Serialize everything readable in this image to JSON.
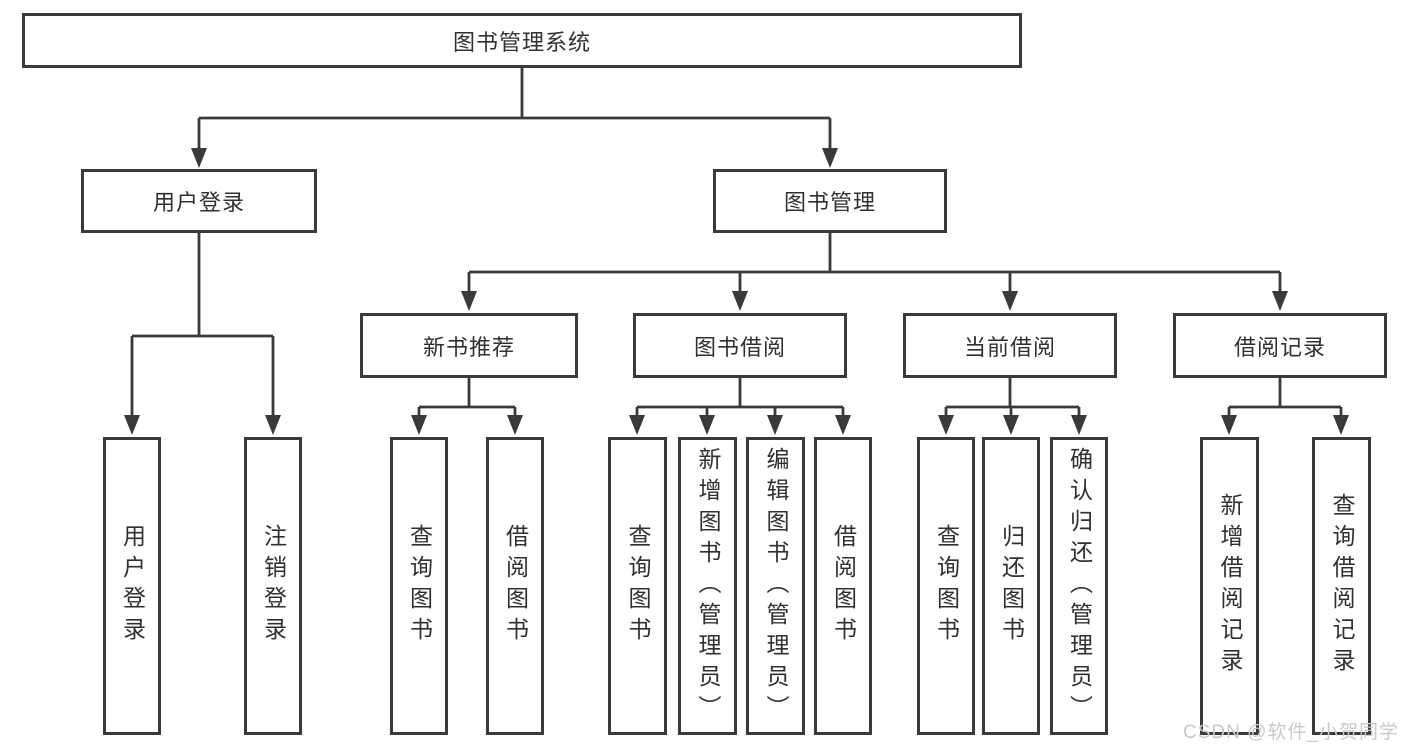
{
  "nodes": {
    "root": {
      "label": "图书管理系统"
    },
    "level2": [
      {
        "id": "user-login",
        "label": "用户登录"
      },
      {
        "id": "book-management",
        "label": "图书管理"
      }
    ],
    "level3": [
      {
        "id": "new-book-recommend",
        "label": "新书推荐",
        "parent": "图书管理"
      },
      {
        "id": "book-borrowing",
        "label": "图书借阅",
        "parent": "图书管理"
      },
      {
        "id": "current-borrowing",
        "label": "当前借阅",
        "parent": "图书管理"
      },
      {
        "id": "borrowing-records",
        "label": "借阅记录",
        "parent": "图书管理"
      }
    ],
    "leaves": [
      {
        "label": "用户登录",
        "parent": "用户登录"
      },
      {
        "label": "注销登录",
        "parent": "用户登录"
      },
      {
        "label": "查询图书",
        "parent": "新书推荐"
      },
      {
        "label": "借阅图书",
        "parent": "新书推荐"
      },
      {
        "label": "查询图书",
        "parent": "图书借阅"
      },
      {
        "label": "新增图书（管理员）",
        "parent": "图书借阅"
      },
      {
        "label": "编辑图书（管理员）",
        "parent": "图书借阅"
      },
      {
        "label": "借阅图书",
        "parent": "图书借阅"
      },
      {
        "label": "查询图书",
        "parent": "当前借阅"
      },
      {
        "label": "归还图书",
        "parent": "当前借阅"
      },
      {
        "label": "确认归还（管理员）",
        "parent": "当前借阅"
      },
      {
        "label": "新增借阅记录",
        "parent": "借阅记录"
      },
      {
        "label": "查询借阅记录",
        "parent": "借阅记录"
      }
    ]
  },
  "watermark": {
    "text": "CSDN @软件_小贺同学"
  },
  "colors": {
    "line": "#3a3a3a",
    "text": "#303030",
    "background": "#ffffff",
    "watermark": "#c9c9c9"
  }
}
